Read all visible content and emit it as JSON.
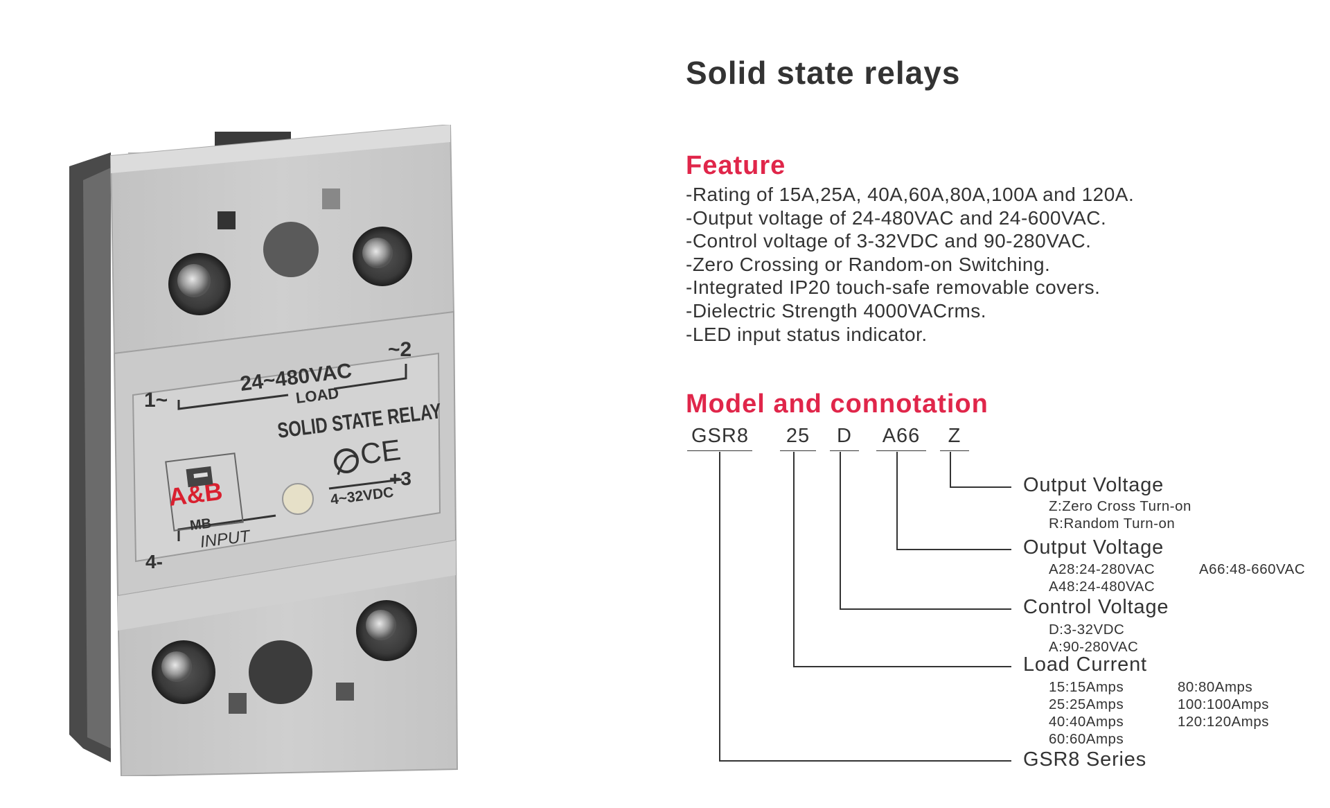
{
  "title": "Solid state relays",
  "feature": {
    "heading": "Feature",
    "items": [
      "-Rating of 15A,25A, 40A,60A,80A,100A and 120A.",
      "-Output voltage of 24-480VAC and 24-600VAC.",
      "-Control voltage of 3-32VDC and 90-280VAC.",
      "-Zero Crossing or Random-on Switching.",
      "-Integrated IP20 touch-safe removable covers.",
      "-Dielectric Strength 4000VACrms.",
      "-LED input status indicator."
    ]
  },
  "model": {
    "heading": "Model and connotation",
    "code_parts": [
      "GSR8",
      "25",
      "D",
      "A66",
      "Z"
    ],
    "groups": {
      "turnon": {
        "label": "Output Voltage",
        "options": [
          "Z:Zero Cross Turn-on",
          "R:Random Turn-on"
        ]
      },
      "output": {
        "label": "Output Voltage",
        "options": [
          "A28:24-280VAC",
          "A66:48-660VAC",
          "A48:24-480VAC"
        ]
      },
      "control": {
        "label": "Control Voltage",
        "options": [
          "D:3-32VDC",
          "A:90-280VAC"
        ]
      },
      "current": {
        "label": "Load Current",
        "options": [
          "15:15Amps",
          "80:80Amps",
          "25:25Amps",
          "100:100Amps",
          "40:40Amps",
          "120:120Amps",
          "60:60Amps"
        ]
      },
      "series": {
        "label": "GSR8 Series"
      }
    }
  },
  "device": {
    "load_voltage": "24~480VAC",
    "load_label": "LOAD",
    "name": "SOLID STATE RELAY",
    "brand": "A&B",
    "model_code": "MB",
    "input_label": "INPUT",
    "input_voltage": "4~32VDC",
    "terminal_1": "1~",
    "terminal_2": "~2",
    "terminal_3": "+3",
    "terminal_4": "4-",
    "cert_ce": "CE"
  },
  "colors": {
    "accent": "#e0264a",
    "text": "#333333",
    "device_body": "#c8c8c8",
    "brand_red": "#d9202f"
  }
}
